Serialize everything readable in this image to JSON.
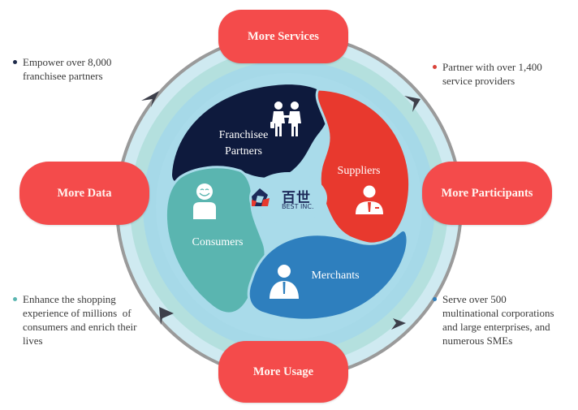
{
  "title": "BEST Inc. ecosystem flywheel",
  "colors": {
    "pill": "#f44b4b",
    "franchisee": "#0e1a3d",
    "suppliers": "#e8392e",
    "consumers": "#5ab5b0",
    "merchants": "#2e7fbe",
    "ring_outer": "#cfeaf1",
    "ring_mid": "#b4e0de",
    "ring_inner": "#a6d9e8",
    "core": "#a9dbea",
    "arrow": "#3d3f4a",
    "ring_stroke": "#9a9a9a"
  },
  "pills": {
    "top": "More Services",
    "left": "More Data",
    "right": "More Participants",
    "bottom": "More Usage"
  },
  "segments": {
    "franchisee": {
      "label_line1": "Franchisee",
      "label_line2": "Partners",
      "icon": "handshake-people-icon"
    },
    "suppliers": {
      "label": "Suppliers",
      "icon": "person-suit-icon"
    },
    "consumers": {
      "label": "Consumers",
      "icon": "smiling-person-icon"
    },
    "merchants": {
      "label": "Merchants",
      "icon": "businessman-icon"
    }
  },
  "logo": {
    "chinese": "百世",
    "english": "BEST INC."
  },
  "notes": {
    "top_left": {
      "bullet_color": "#1d2a4a",
      "lines": [
        "Empower over 8,000",
        "franchisee partners"
      ]
    },
    "top_right": {
      "bullet_color": "#d9433a",
      "lines": [
        "Partner with over 1,400",
        "service providers"
      ]
    },
    "bottom_left": {
      "bullet_color": "#5ab5b0",
      "lines": [
        "Enhance the shopping",
        "experience of millions  of",
        "consumers and enrich their",
        "lives"
      ]
    },
    "bottom_right": {
      "bullet_color": "#2e7fbe",
      "lines": [
        "Serve over 500",
        "multinational corporations",
        "and large enterprises, and",
        "numerous SMEs"
      ]
    }
  }
}
